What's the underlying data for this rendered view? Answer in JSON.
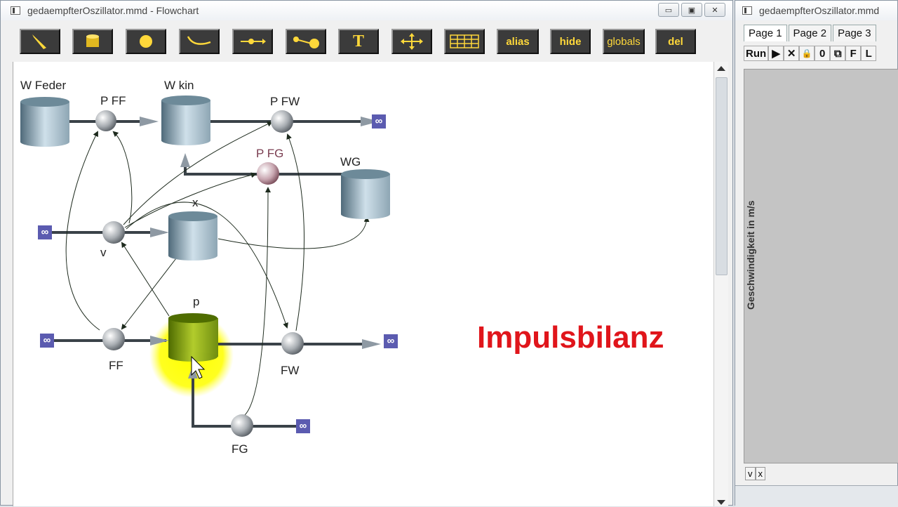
{
  "main_window": {
    "title": "gedaempfterOszillator.mmd - Flowchart",
    "buttons": {
      "minimize": "▭",
      "maximize": "▣",
      "close": "✕"
    }
  },
  "toolbar": {
    "tools": [
      {
        "name": "pointer-tool",
        "icon": "arrow-pointer-icon"
      },
      {
        "name": "stock-tool",
        "icon": "cylinder-icon"
      },
      {
        "name": "variable-tool",
        "icon": "sphere-icon"
      },
      {
        "name": "connector-tool",
        "icon": "curve-connector-icon"
      },
      {
        "name": "flow-tool",
        "icon": "flow-arrow-icon"
      },
      {
        "name": "valve-flow-tool",
        "icon": "valve-flow-icon"
      },
      {
        "name": "text-tool",
        "label": "T"
      },
      {
        "name": "move-tool",
        "icon": "move-arrows-icon"
      },
      {
        "name": "grid-tool",
        "icon": "grid-icon"
      },
      {
        "name": "alias-tool",
        "label": "alias"
      },
      {
        "name": "hide-tool",
        "label": "hide"
      },
      {
        "name": "globals-tool",
        "label": "globals"
      },
      {
        "name": "delete-tool",
        "label": "del"
      }
    ]
  },
  "diagram": {
    "labels": {
      "w_feder": "W Feder",
      "p_ff": "P FF",
      "w_kin": "W kin",
      "p_fw": "P FW",
      "p_fg": "P FG",
      "wg": "WG",
      "x": "x",
      "v": "v",
      "p": "p",
      "ff": "FF",
      "fw": "FW",
      "fg": "FG"
    },
    "infinity_symbol": "∞",
    "annotation": "Impulsbilanz"
  },
  "side_window": {
    "title": "gedaempfterOszillator.mmd",
    "tabs": [
      "Page 1",
      "Page 2",
      "Page 3"
    ],
    "run_label": "Run",
    "controls": [
      "▶",
      "✕",
      "🔒",
      "0",
      "⧉",
      "F",
      "L"
    ],
    "y_axis_label": "Geschwindigkeit in m/s",
    "bottom_buttons": [
      "v",
      "x"
    ]
  },
  "colors": {
    "annotation": "#e0151b",
    "stock_highlight": "#7a9a10",
    "highlight_glow": "#ffff00",
    "infinity_box": "#5b5bb0"
  }
}
